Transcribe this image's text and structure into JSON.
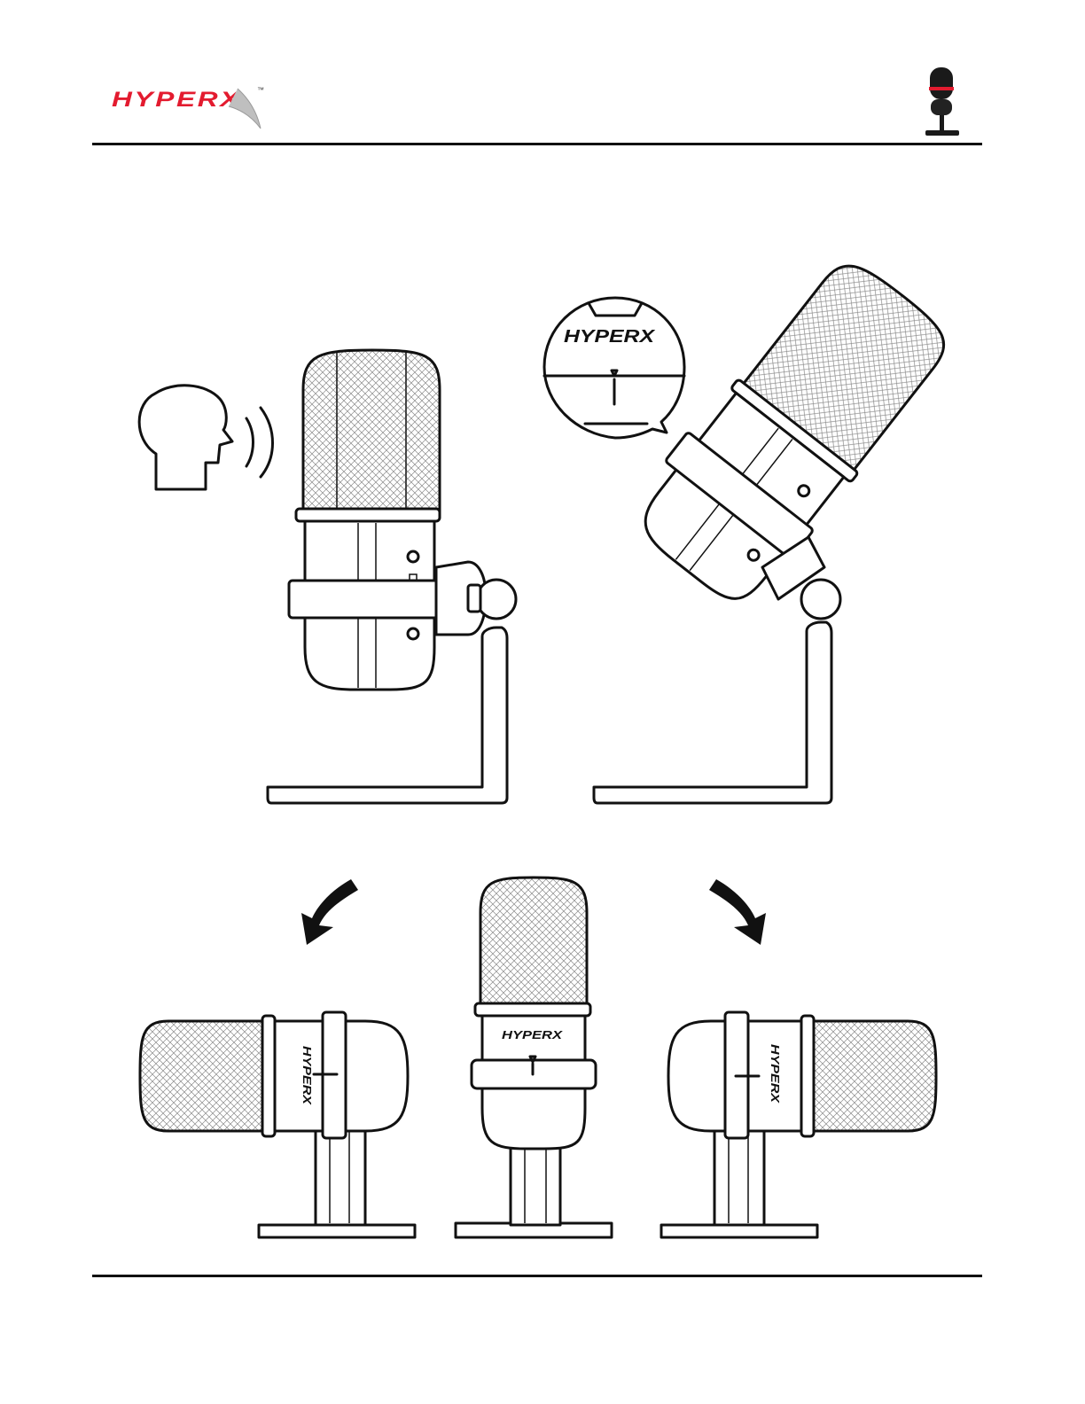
{
  "header": {
    "brand": "HYPERX",
    "trademark": "™",
    "product_thumbnail": "microphone-icon"
  },
  "figure": {
    "callout_brand": "HYPERX",
    "callout_trademark": "™",
    "mic_front_brand": "HYPERX",
    "mic_side_left_brand": "HYPERX",
    "mic_side_right_brand": "HYPERX"
  },
  "colors": {
    "brand_red": "#e31b2f",
    "line": "#111111",
    "mesh": "#b9b9b9"
  },
  "icons": [
    "speaking-head-icon",
    "sound-waves-icon",
    "rotate-left-arrow-icon",
    "rotate-right-arrow-icon"
  ]
}
